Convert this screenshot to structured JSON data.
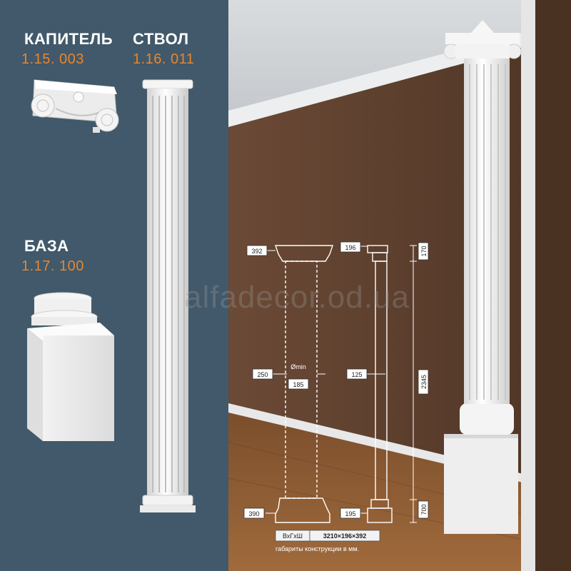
{
  "labels": {
    "capital": {
      "title": "КАПИТЕЛЬ",
      "code": "1.15. 003"
    },
    "shaft": {
      "title": "СТВОЛ",
      "code": "1.16. 011"
    },
    "base": {
      "title": "БАЗА",
      "code": "1.17. 100"
    }
  },
  "watermark": "alfadecor.od.ua",
  "drawing": {
    "width_top": "392",
    "capital_depth": "196",
    "capital_height": "170",
    "diameter_label": "Ømin",
    "shaft_outer": "250",
    "shaft_inner": "185",
    "shaft_radius": "125",
    "shaft_height": "2345",
    "base_width": "390",
    "base_depth": "195",
    "base_height": "700",
    "dims_key": "ВхГхШ",
    "dims_value": "3210×196×392",
    "dims_caption": "габариты конструкции в мм."
  },
  "colors": {
    "panel": "#41596a",
    "accent": "#e8862f",
    "wall": "#5e4030",
    "floor": "#8a5a33",
    "plaster": "#f2f2f2"
  }
}
